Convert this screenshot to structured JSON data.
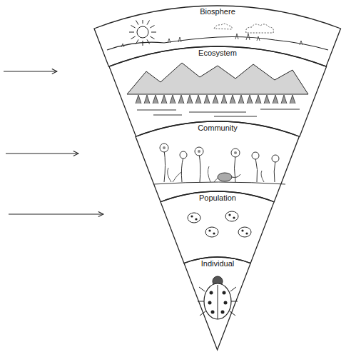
{
  "diagram": {
    "nodes": [
      {
        "text": [
          "Biosphere"
        ]
      },
      {
        "text": [
          "Ecosystem"
        ]
      },
      {
        "text": [
          "Community"
        ]
      },
      {
        "text": [
          "Population"
        ]
      },
      {
        "text": [
          "Individual"
        ]
      }
    ]
  }
}
